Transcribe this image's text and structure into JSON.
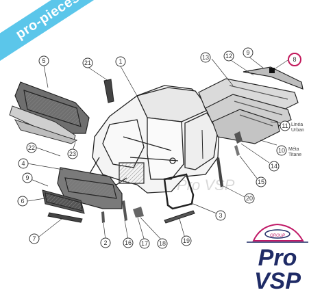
{
  "ribbon": {
    "text": "pro-piecesvsp.com"
  },
  "callouts": [
    {
      "id": "c1",
      "label": "1"
    },
    {
      "id": "c2",
      "label": "2"
    },
    {
      "id": "c3",
      "label": "3"
    },
    {
      "id": "c4",
      "label": "4"
    },
    {
      "id": "c5",
      "label": "5"
    },
    {
      "id": "c6",
      "label": "6"
    },
    {
      "id": "c7",
      "label": "7"
    },
    {
      "id": "c8",
      "label": "8"
    },
    {
      "id": "c9a",
      "label": "9"
    },
    {
      "id": "c9b",
      "label": "9"
    },
    {
      "id": "c10",
      "label": "10"
    },
    {
      "id": "c11",
      "label": "11"
    },
    {
      "id": "c12",
      "label": "12"
    },
    {
      "id": "c13",
      "label": "13"
    },
    {
      "id": "c14",
      "label": "14"
    },
    {
      "id": "c15",
      "label": "15"
    },
    {
      "id": "c16",
      "label": "16"
    },
    {
      "id": "c17",
      "label": "17"
    },
    {
      "id": "c18",
      "label": "18"
    },
    {
      "id": "c19",
      "label": "19"
    },
    {
      "id": "c20",
      "label": "20"
    },
    {
      "id": "c21",
      "label": "21"
    },
    {
      "id": "c22",
      "label": "22"
    },
    {
      "id": "c23",
      "label": "23"
    }
  ],
  "variants": {
    "v11": [
      "Linéa",
      "Urban"
    ],
    "v10": [
      "Méta",
      "Titane"
    ]
  },
  "watermark": "Pro VSP",
  "logo": {
    "group": "GROUP",
    "line1": "Pro",
    "line2": "VSP"
  },
  "colors": {
    "ribbon": "#5bc6ea",
    "highlight": "#c2185b",
    "brand_navy": "#1f2b66",
    "brand_pink": "#c01967"
  }
}
